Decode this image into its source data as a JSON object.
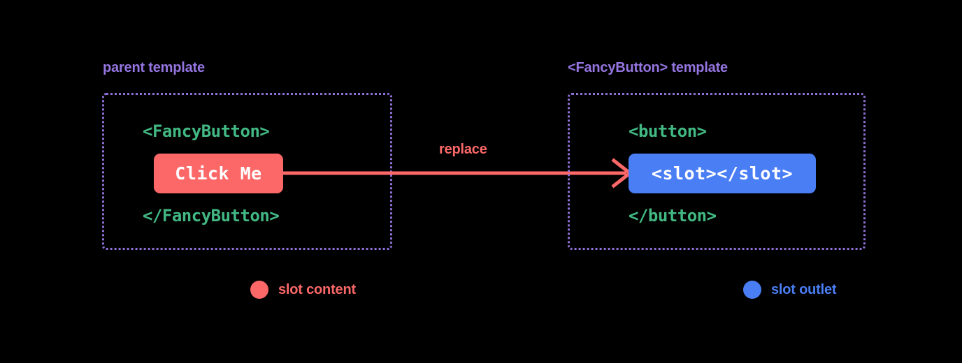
{
  "diagram": {
    "title_semantics": "vue-slot-replacement-diagram",
    "background_color": "#000000",
    "colors": {
      "accent_purple": "#9575e0",
      "border_purple": "#8f6fd8",
      "code_green": "#42b883",
      "slot_content_red": "#fc6868",
      "slot_outlet_blue": "#4a7ef5",
      "chip_text_white": "#ffffff"
    }
  },
  "panels": {
    "left": {
      "title": "parent template",
      "code_open_tag": "<FancyButton>",
      "code_close_tag": "</FancyButton>",
      "chip_label": "Click Me"
    },
    "right": {
      "title": "<FancyButton> template",
      "code_open_tag": "<button>",
      "code_close_tag": "</button>",
      "chip_label": "<slot></slot>"
    }
  },
  "arrow": {
    "label": "replace",
    "direction": "left-to-right",
    "color": "#fc6868"
  },
  "legend": [
    {
      "label": "slot content",
      "color": "#fc6868",
      "swatch": "circle"
    },
    {
      "label": "slot outlet",
      "color": "#4a7ef5",
      "swatch": "circle"
    }
  ]
}
